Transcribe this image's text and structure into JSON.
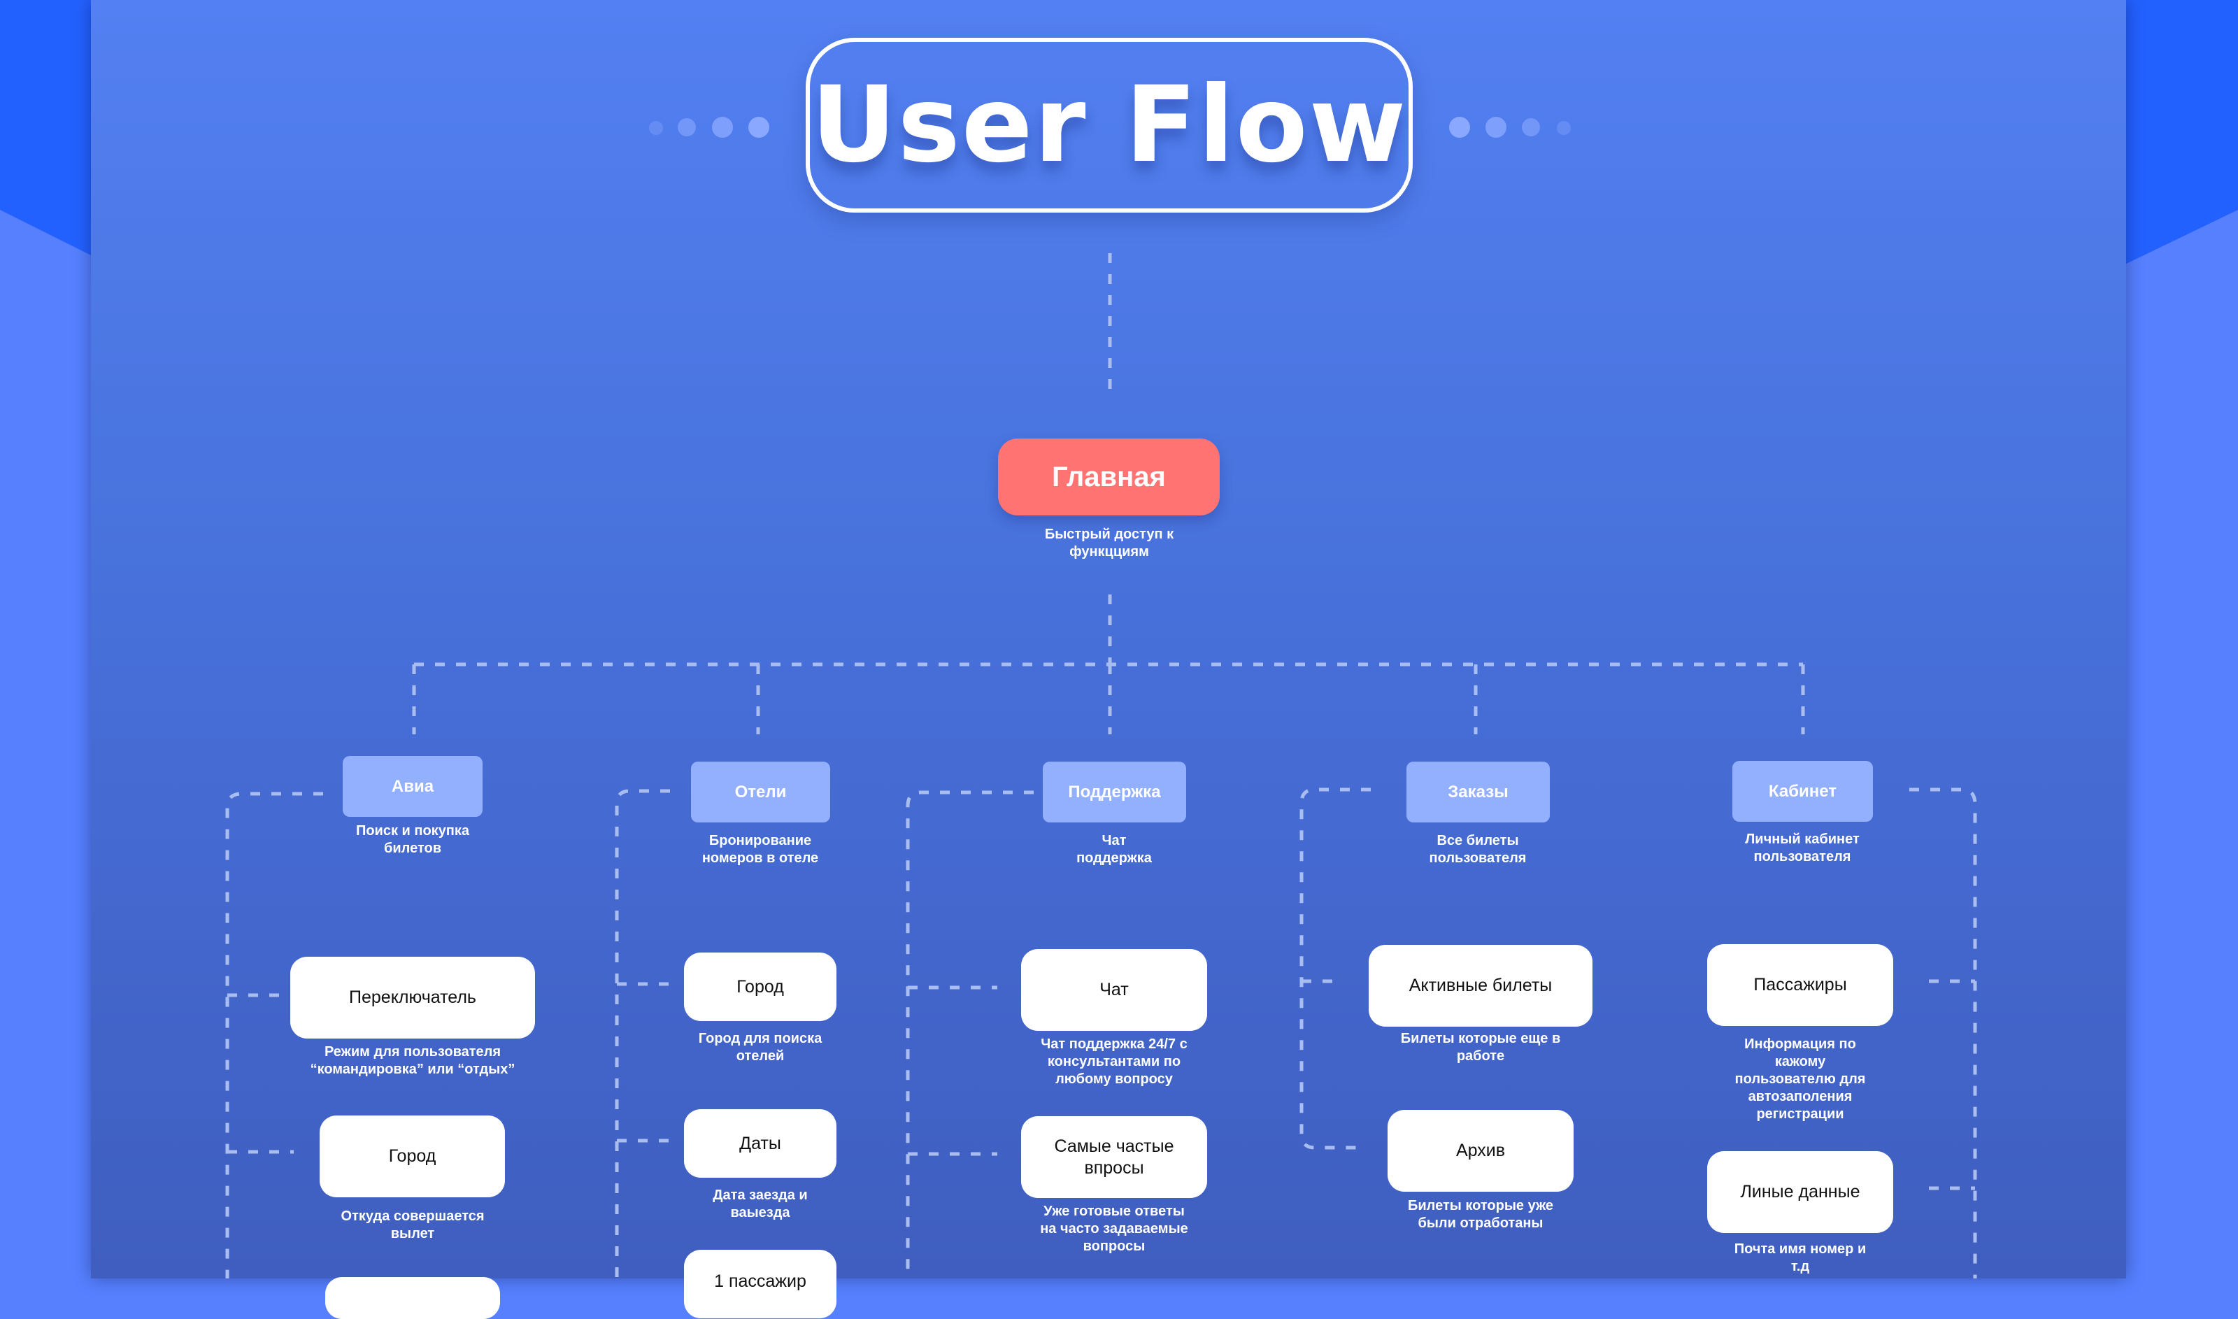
{
  "title": "User Flow",
  "colors": {
    "root": "#ff7373",
    "category": "#93b0ff",
    "node": "#ffffff",
    "connector": "#a9bdf0"
  },
  "root": {
    "label": "Главная",
    "description": "Быстрый доступ к\nфункцциям"
  },
  "categories": [
    {
      "label": "Авиа",
      "description": "Поиск и покупка\nбилетов",
      "children": [
        {
          "label": "Переключатель",
          "description": "Режим для пользователя\n“командировка” или “отдых”"
        },
        {
          "label": "Город",
          "description": "Откуда совершается\nвылет"
        }
      ]
    },
    {
      "label": "Отели",
      "description": "Бронирование\nномеров в отеле",
      "children": [
        {
          "label": "Город",
          "description": "Город для поиска\nотелей"
        },
        {
          "label": "Даты",
          "description": "Дата заезда и\nваыезда"
        },
        {
          "label": "1 пассажир",
          "description": ""
        }
      ]
    },
    {
      "label": "Поддержка",
      "description": "Чат\nподдержка",
      "children": [
        {
          "label": "Чат",
          "description": "Чат поддержка 24/7 с\nконсультантами по\nлюбому вопросу"
        },
        {
          "label": "Самые частые\nвпросы",
          "description": "Уже готовые ответы\nна часто задаваемые\nвопросы"
        }
      ]
    },
    {
      "label": "Заказы",
      "description": "Все билеты\nпользователя",
      "children": [
        {
          "label": "Активные билеты",
          "description": "Билеты которые еще в\nработе"
        },
        {
          "label": "Архив",
          "description": "Билеты которые уже\nбыли отработаны"
        }
      ]
    },
    {
      "label": "Кабинет",
      "description": "Личный кабинет\nпользователя",
      "children": [
        {
          "label": "Пассажиры",
          "description": "Информация по\nкажому\nпользователю для\nавтозаполения\nрегистрации"
        },
        {
          "label": "Линые данные",
          "description": "Почта имя номер и\nт.д"
        }
      ]
    }
  ]
}
